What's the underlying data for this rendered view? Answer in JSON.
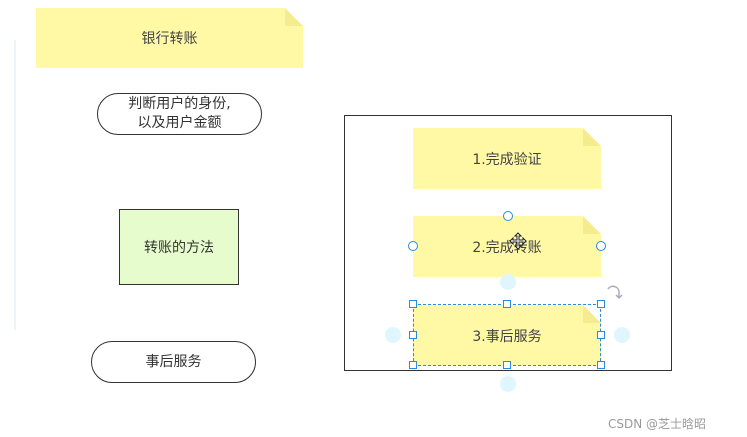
{
  "left": {
    "title_note": "银行转账",
    "pill1_line1": "判断用户的身份,",
    "pill1_line2": "以及用户金额",
    "method_box": "转账的方法",
    "pill2": "事后服务"
  },
  "frame": {
    "steps": [
      "1.完成验证",
      "2.完成转账",
      "3.事后服务"
    ]
  },
  "watermark": "CSDN @芝士晗昭"
}
